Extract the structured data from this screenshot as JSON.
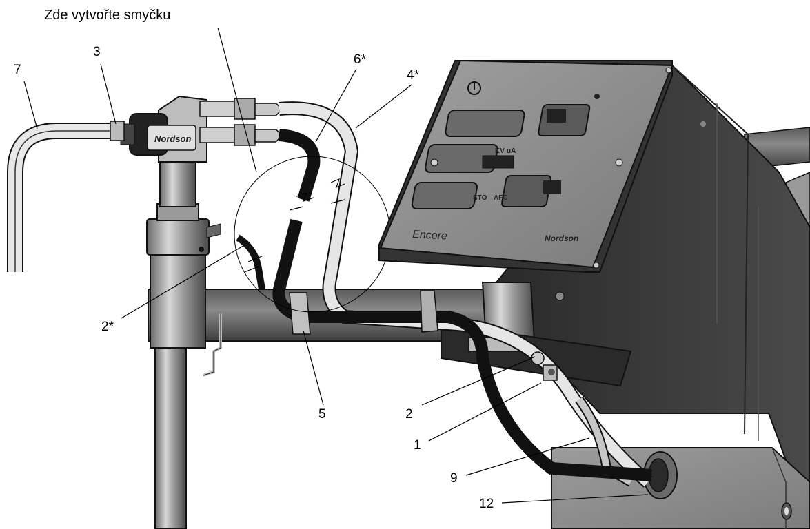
{
  "caption": "Zde vytvořte smyčku",
  "callouts": [
    "7",
    "3",
    "6*",
    "4*",
    "2*",
    "5",
    "2",
    "1",
    "9",
    "12"
  ],
  "panel": {
    "brand": "Encore",
    "logo": "Nordson",
    "labels": {
      "kv": "KV",
      "ua": "uA",
      "sto": "STO",
      "afc": "AFC"
    }
  },
  "gun_logo": "Nordson",
  "colors": {
    "dark_metal": "#3a3a3a",
    "light_metal": "#cfcfcf",
    "hose_black": "#111111",
    "hose_clear": "#e6e6e6",
    "panel_face": "#8e8e8e"
  }
}
